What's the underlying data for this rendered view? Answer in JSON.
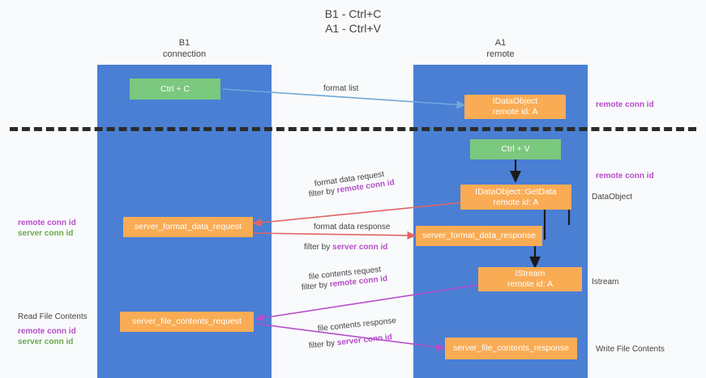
{
  "title": {
    "line1": "B1 - Ctrl+C",
    "line2": "A1 - Ctrl+V"
  },
  "lanes": [
    {
      "id": "b1",
      "name": "B1",
      "subtitle": "connection"
    },
    {
      "id": "a1",
      "name": "A1",
      "subtitle": "remote"
    }
  ],
  "nodes": {
    "ctrl_c": {
      "label": "Ctrl + C",
      "color": "#7bc87f"
    },
    "idataobject_top": {
      "line1": "IDataObject",
      "line2": "remote id: A",
      "color": "#f9ac54"
    },
    "ctrl_v": {
      "label": "Ctrl + V",
      "color": "#7bc87f"
    },
    "getdata": {
      "line1": "IDataObject::GetData",
      "line2": "remote id: A",
      "color": "#f9ac54"
    },
    "server_format_data_request": {
      "label": "server_format_data_request",
      "color": "#f9ac54"
    },
    "server_format_data_response": {
      "label": "server_format_data_response",
      "color": "#f9ac54"
    },
    "istream": {
      "line1": "IStream",
      "line2": "remote id: A",
      "color": "#f9ac54"
    },
    "server_file_contents_request": {
      "label": "server_file_contents_request",
      "color": "#f9ac54"
    },
    "server_file_contents_response": {
      "label": "server_file_contents_response",
      "color": "#f9ac54"
    }
  },
  "edge_labels": {
    "format_list": "format list",
    "format_data_request": "format data request",
    "format_data_request_filter_prefix": "filter by ",
    "format_data_request_filter_id": "remote conn id",
    "format_data_response": "format data response",
    "format_data_response_filter_prefix": "filter by ",
    "format_data_response_filter_id": "server conn id",
    "file_contents_request": "file contents request",
    "file_contents_request_filter_prefix": "filter by ",
    "file_contents_request_filter_id": "remote conn id",
    "file_contents_response": "file contents response",
    "file_contents_response_filter_prefix": "filter by ",
    "file_contents_response_filter_id": "server conn id"
  },
  "annotations": {
    "right_remote_conn_id_top": "remote conn id",
    "right_remote_conn_id_mid": "remote conn id",
    "right_dataobject": "DataObject",
    "right_istream": "Istream",
    "right_write_file_contents": "Write File Contents",
    "left_remote_conn_id_mid": "remote conn id",
    "left_server_conn_id_mid": "server conn id",
    "left_read_file_contents": "Read File Contents",
    "left_remote_conn_id_bottom": "remote conn id",
    "left_server_conn_id_bottom": "server conn id"
  },
  "colors": {
    "lane": "#4a7fd4",
    "green_node": "#7bc87f",
    "orange_node": "#f9ac54",
    "purple_text": "#b44fc8",
    "green_text": "#6aa84f",
    "arrow_blue": "#6fa8dc",
    "arrow_red": "#e06666",
    "arrow_purple": "#b44fc8",
    "arrow_black": "#1a1a1a",
    "background": "#f9fafb"
  }
}
